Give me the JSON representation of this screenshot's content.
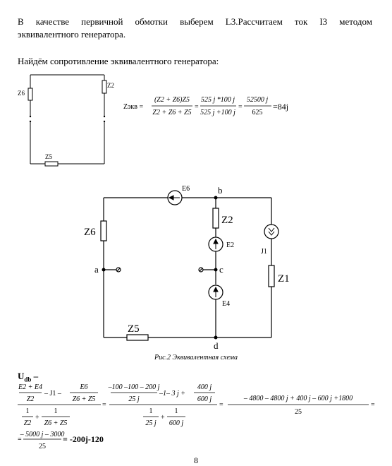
{
  "intro": {
    "line1": "В качестве первичной обмотки выберем L3.Рассчитаем ток I3 методом",
    "line2": "эквивалентного генератора."
  },
  "heading": "Найдём сопротивление эквивалентного генератора:",
  "small_circuit": {
    "z6": "Z6",
    "z2": "Z2",
    "z5": "Z5"
  },
  "zekv": {
    "lhs": "Zэкв =",
    "f1_num": "(Z2 + Z6)Z5",
    "f1_den": "Z2 + Z6 + Z5",
    "f2_num": "525 j *100 j",
    "f2_den": "525 j +100 j",
    "f3_num": "52500 j",
    "f3_den": "625",
    "result": "=84j"
  },
  "big_circuit": {
    "e6": "E6",
    "b": "b",
    "z6": "Z6",
    "z2": "Z2",
    "e2": "E2",
    "j1": "J1",
    "a": "a",
    "c": "c",
    "z1": "Z1",
    "e4": "E4",
    "z5": "Z5",
    "d": "d"
  },
  "caption": "Рис.2 Эквивалентная схема",
  "udb_label": "U",
  "udb_sub": "db",
  "udb_dash": " –",
  "formula": {
    "big_num_a_num": "E2 + E4",
    "big_num_a_den": "Z2",
    "big_num_minus_j1": "– J1 –",
    "big_num_b_num": "E6",
    "big_num_b_den": "Z6 + Z5",
    "big_den_a_num": "1",
    "big_den_a_den": "Z2",
    "big_den_plus": "+",
    "big_den_b_num": "1",
    "big_den_b_den": "Z6 + Z5",
    "eq": "=",
    "s2_num_a_num": "–100 –100 – 200 j",
    "s2_num_a_den": "25 j",
    "s2_num_mid": "–1– 3 j +",
    "s2_num_b_num": "400 j",
    "s2_num_b_den": "600 j",
    "s2_den_a_num": "1",
    "s2_den_a_den": "25 j",
    "s2_den_plus": "+",
    "s2_den_b_num": "1",
    "s2_den_b_den": "600 j",
    "s3_num": "– 4800 – 4800 j + 400 j – 600 j +1800",
    "s3_den": "25",
    "line2_eq": "=",
    "l2_num": "– 5000 j – 3000",
    "l2_den": "25",
    "l2_result": "= -200j-120"
  },
  "page_number": "8"
}
